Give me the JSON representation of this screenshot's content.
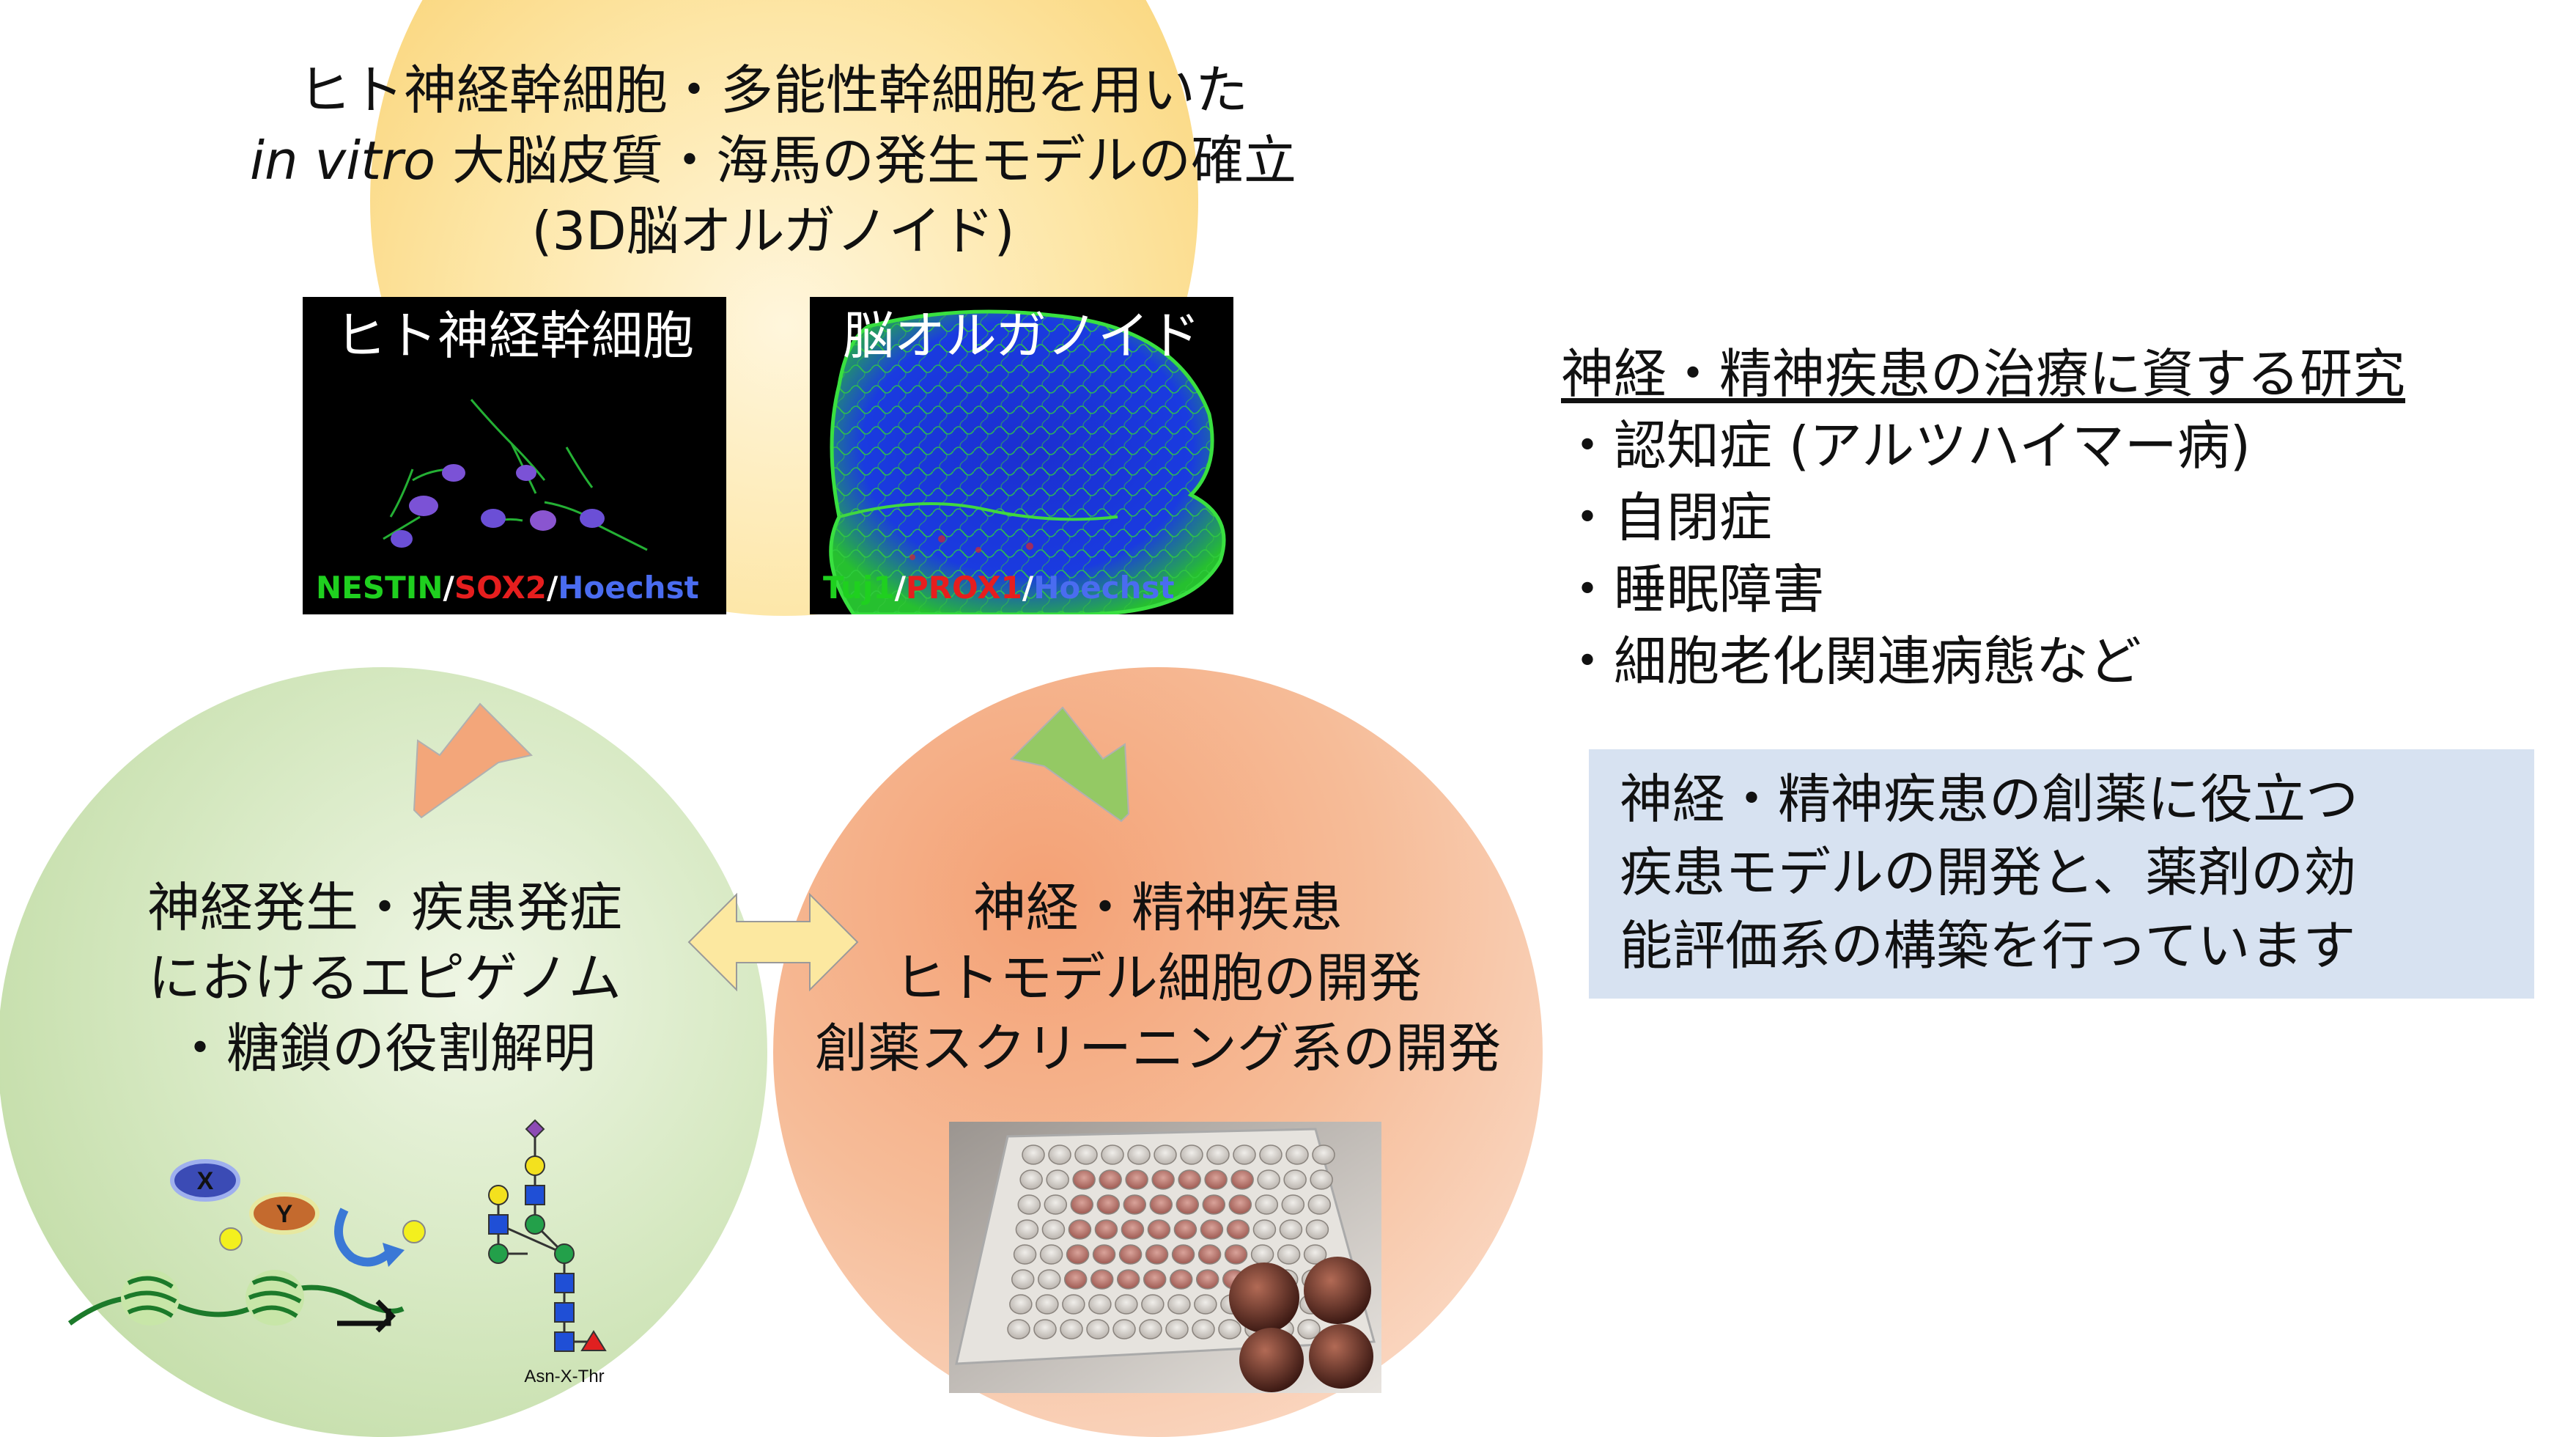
{
  "top_circle": {
    "title_line1": "ヒト神経幹細胞・多能性幹細胞を用いた",
    "title_line2_italic": "in vitro",
    "title_line2_rest": " 大脳皮質・海馬の発生モデルの確立",
    "title_line3": "(3D脳オルガノイド)",
    "micro_stem": {
      "title": "ヒト神経幹細胞",
      "caption_parts": [
        {
          "text": "NESTIN",
          "color": "#1fd01f"
        },
        {
          "text": "/",
          "color": "#ffffff"
        },
        {
          "text": "SOX2",
          "color": "#e61e1e"
        },
        {
          "text": "/",
          "color": "#ffffff"
        },
        {
          "text": "Hoechst",
          "color": "#4a6cf0"
        }
      ]
    },
    "micro_org": {
      "title": "脳オルガノイド",
      "caption_parts": [
        {
          "text": "Tuj1",
          "color": "#1fd01f"
        },
        {
          "text": "/",
          "color": "#ffffff"
        },
        {
          "text": "PROX1",
          "color": "#e61e1e"
        },
        {
          "text": "/",
          "color": "#ffffff"
        },
        {
          "text": "Hoechst",
          "color": "#4a6cf0"
        }
      ]
    }
  },
  "left_circle": {
    "line1": "神経発生・疾患発症",
    "line2": "におけるエピゲノム",
    "line3": "・糖鎖の役割解明",
    "epigenome_labels": [
      "X",
      "Y"
    ],
    "glycan_label": "Asn-X-Thr"
  },
  "right_circle": {
    "line1": "神経・精神疾患",
    "line2": "ヒトモデル細胞の開発",
    "line3": "創薬スクリーニング系の開発"
  },
  "research": {
    "title": "神経・精神疾患の治療に資する研究",
    "items": [
      "・認知症 (アルツハイマー病)",
      "・自閉症",
      "・睡眠障害",
      "・細胞老化関連病態など"
    ]
  },
  "info_box": {
    "lines": [
      "神経・精神疾患の創薬に役立つ",
      "疾患モデルの開発と、薬剤の効",
      "能評価系の構築を行っています"
    ]
  },
  "colors": {
    "arrow_orange": "#f3a67a",
    "arrow_green": "#94c964",
    "arrow_yellow": "#fce8a0",
    "box_blue": "#d7e2f1"
  }
}
